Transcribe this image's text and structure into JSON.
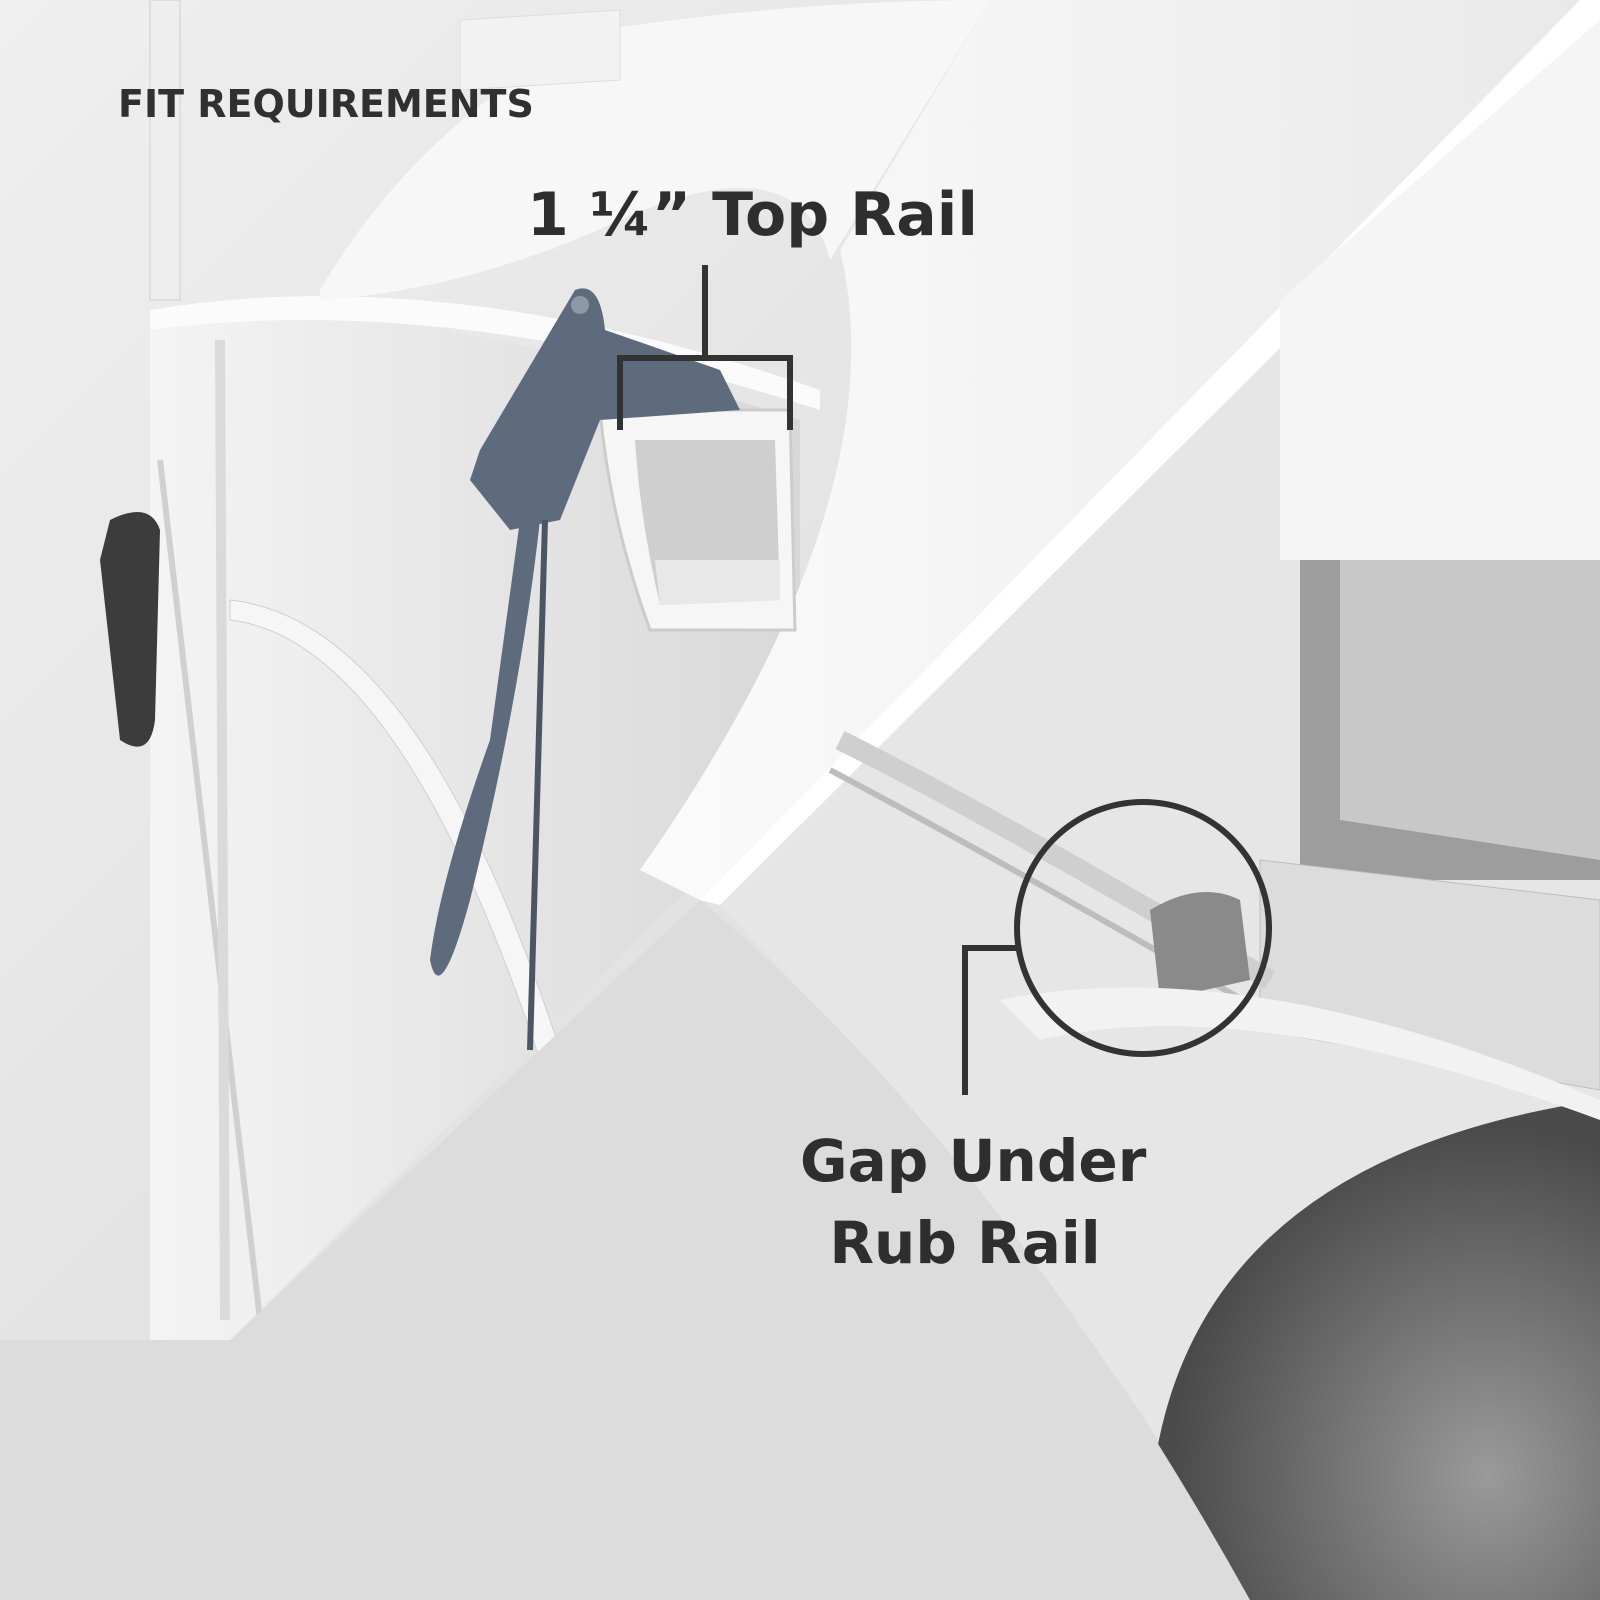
{
  "header": {
    "title": "FIT REQUIREMENTS"
  },
  "callouts": {
    "top_rail": "1 ¼” Top Rail",
    "gap_line1": "Gap Under",
    "gap_line2": "Rub Rail"
  },
  "colors": {
    "text": "#2e2e2e",
    "clip": "#5e6b7c",
    "callout_line": "#333333",
    "background": "#e4e4e4"
  }
}
